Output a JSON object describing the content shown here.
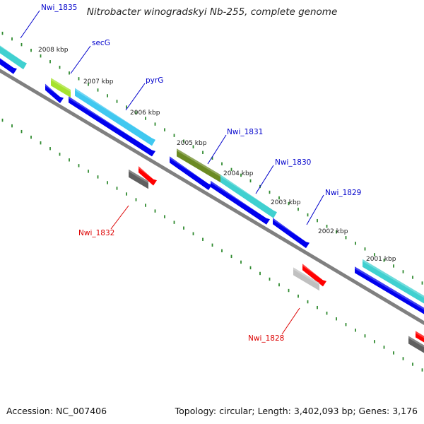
{
  "title": "Nitrobacter winogradskyi Nb-255, complete genome",
  "footer": {
    "accession": "Accession: NC_007406",
    "summary": "Topology: circular; Length: 3,402,093 bp; Genes: 3,176"
  },
  "colors": {
    "backbone": "#808080",
    "ticks": "#2f8a2f",
    "forward_cds": "#0000ee",
    "label_forward": "#0000cc",
    "label_reverse": "#dd0000",
    "cyan_gene": "#40d0d0",
    "pyrG_gene": "#40c8f0",
    "secG_gene": "#a6e22e",
    "olive_gene": "#6b8a23",
    "red_cds": "#ff0000",
    "dark_gray_gene": "#606060",
    "light_gray_gene": "#c0c0c0"
  },
  "kbp_labels": [
    "2008 kbp",
    "2007 kbp",
    "2006 kbp",
    "2005 kbp",
    "2004 kbp",
    "2003 kbp",
    "2002 kbp",
    "2001 kbp"
  ],
  "gene_labels": [
    {
      "name": "Nwi_1835",
      "strand": "forward"
    },
    {
      "name": "secG",
      "strand": "forward"
    },
    {
      "name": "pyrG",
      "strand": "forward"
    },
    {
      "name": "Nwi_1831",
      "strand": "forward"
    },
    {
      "name": "Nwi_1830",
      "strand": "forward"
    },
    {
      "name": "Nwi_1829",
      "strand": "forward"
    },
    {
      "name": "Nwi_1832",
      "strand": "reverse"
    },
    {
      "name": "Nwi_1828",
      "strand": "reverse"
    }
  ]
}
